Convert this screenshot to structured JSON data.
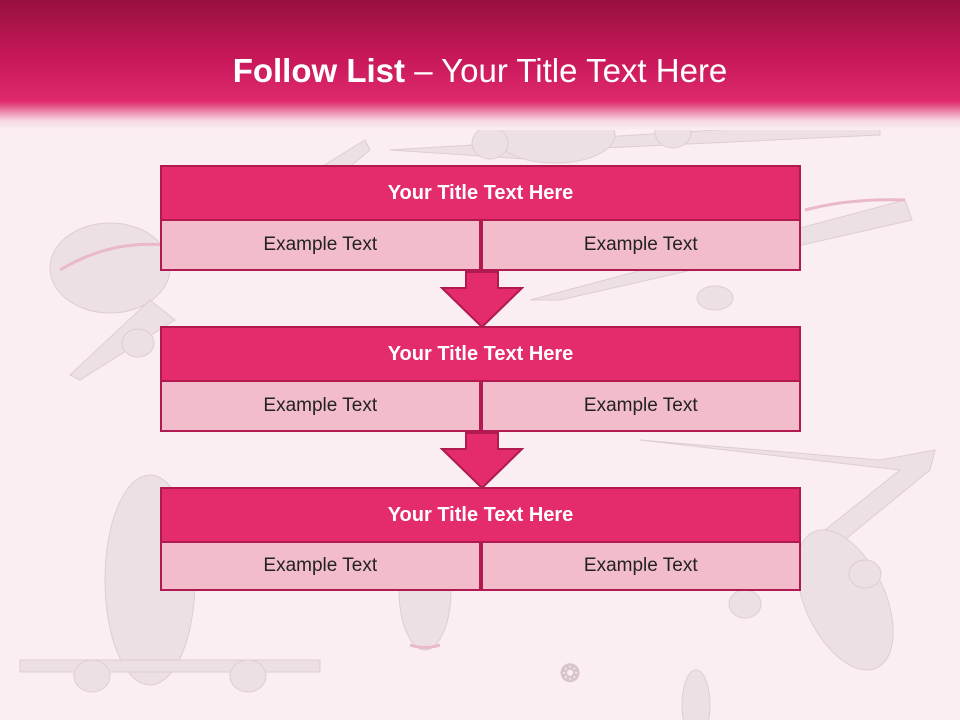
{
  "slide": {
    "title_bold": "Follow List",
    "title_rest": " – Your Title Text Here"
  },
  "colors": {
    "accent": "#e42b6c",
    "accent_dark": "#b01a50",
    "cell_bg": "#f3bccb",
    "background": "#fbeef3"
  },
  "steps": [
    {
      "title": "Your Title Text Here",
      "left": "Example Text",
      "right": "Example Text"
    },
    {
      "title": "Your Title Text Here",
      "left": "Example Text",
      "right": "Example Text"
    },
    {
      "title": "Your Title Text Here",
      "left": "Example Text",
      "right": "Example Text"
    }
  ]
}
